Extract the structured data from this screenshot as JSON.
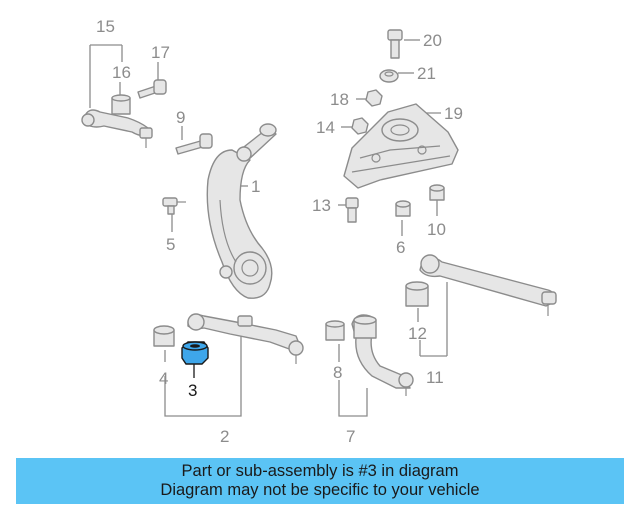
{
  "callouts": {
    "c2": "2",
    "c3": "3",
    "c4": "4",
    "c5": "5",
    "c6": "6",
    "c7": "7",
    "c8": "8",
    "c9": "9",
    "c10": "10",
    "c11": "11",
    "c12": "12",
    "c13": "13",
    "c14": "14",
    "c15": "15",
    "c16": "16",
    "c17": "17",
    "c18": "18",
    "c19": "19",
    "c20": "20",
    "c21": "21",
    "c1": "1"
  },
  "highlight_color": "#3ea6ea",
  "banner": {
    "color": "#5bc4f5",
    "line1": "Part or sub-assembly is #3 in diagram",
    "line2": "Diagram may not be specific to your vehicle"
  }
}
